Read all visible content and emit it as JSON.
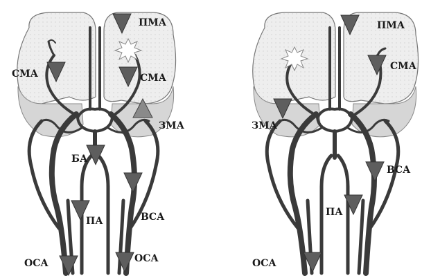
{
  "left_panel": {
    "labels": {
      "pma": "ПМА",
      "sma_left": "СМА",
      "sma_right": "СМА",
      "zma": "ЗМА",
      "ba": "БА",
      "pa": "ПА",
      "vsa": "ВСА",
      "osa_left": "ОСА",
      "osa_right": "ОСА"
    }
  },
  "right_panel": {
    "labels": {
      "pma": "ПМА",
      "sma": "СМА",
      "zma": "ЗМА",
      "vsa": "ВСА",
      "pa": "ПА",
      "osa": "ОСА"
    }
  },
  "colors": {
    "brain_fill": "#ededed",
    "temporal_fill": "#d6d6d6",
    "vessel": "#3a3a3a",
    "arrow": "#5e5e5e",
    "arrow_up": "#8a8a8a"
  }
}
